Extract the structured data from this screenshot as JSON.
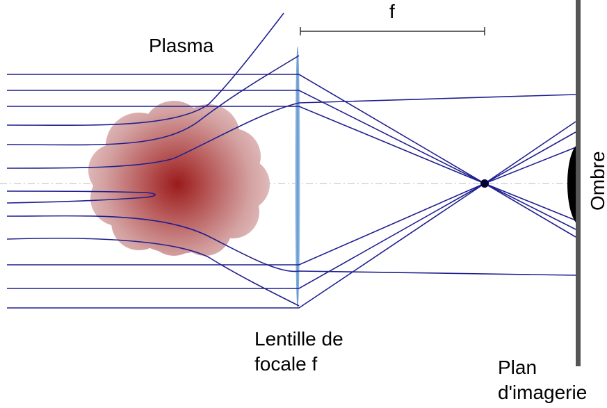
{
  "labels": {
    "plasma": "Plasma",
    "focal_length": "f",
    "lens_line1": "Lentille de",
    "lens_line2": "focale f",
    "plane_line1": "Plan",
    "plane_line2": "d'imagerie",
    "shadow": "Ombre"
  },
  "colors": {
    "ray": "#1f1f8f",
    "lens": "#6fa3d6",
    "plasma_center": "#9b1b1b",
    "plasma_edge": "#d9aaaa",
    "screen": "#555555",
    "axis": "#bbbbbb",
    "text": "#000000"
  }
}
